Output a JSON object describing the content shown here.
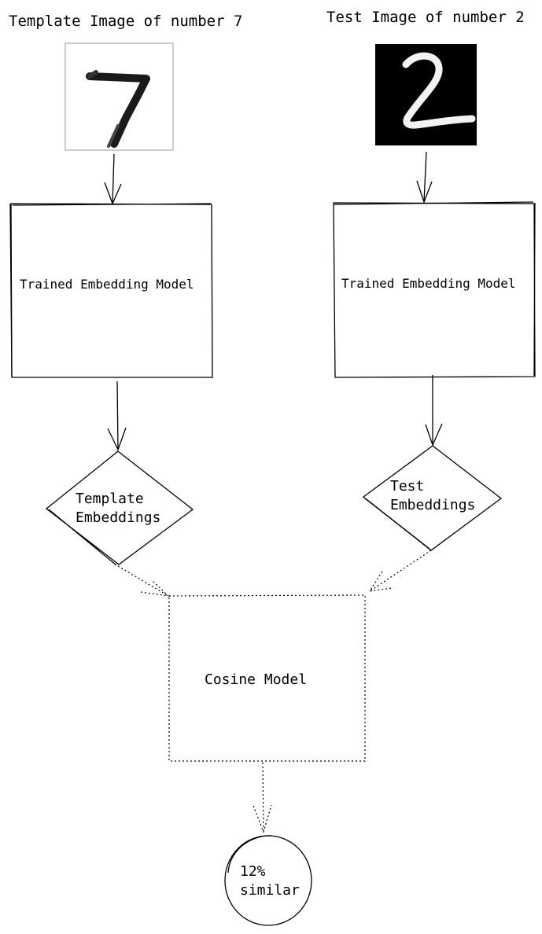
{
  "titles": {
    "template": "Template Image of number 7",
    "test": "Test Image of number 2"
  },
  "images": {
    "template_digit": "7",
    "test_digit": "2"
  },
  "model": {
    "left_label": "Trained Embedding Model",
    "right_label": "Trained Embedding Model"
  },
  "embeddings": {
    "template_line1": "Template",
    "template_line2": "Embeddings",
    "test_line1": "Test",
    "test_line2": "Embeddings"
  },
  "cosine": {
    "label": "Cosine Model"
  },
  "result": {
    "line1": "12%",
    "line2": "similar"
  }
}
